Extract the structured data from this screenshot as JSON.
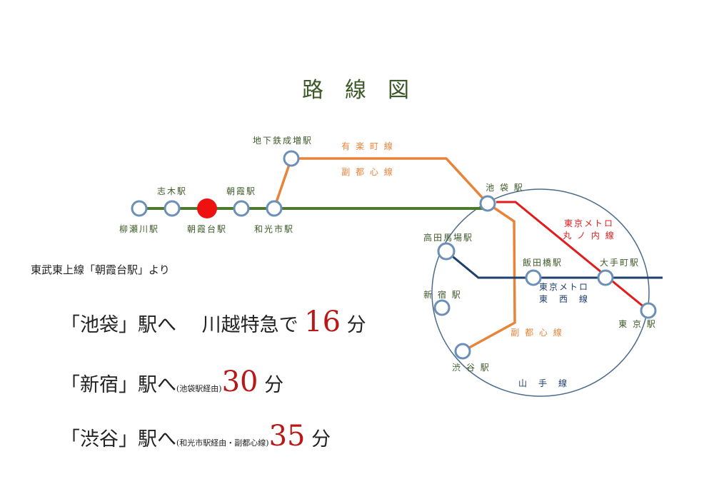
{
  "title": "路　線　図",
  "colors": {
    "tojo": "#4e7a2c",
    "fukutoshin": "#e8833a",
    "marunouchi": "#e31b1b",
    "tozai": "#1f3f6e",
    "yamanote": "#4a6a8a",
    "current": "#ee1111",
    "title": "#3c5a28",
    "time": "#b81818"
  },
  "stations": {
    "yanasegawa": "柳瀬川駅",
    "shiki": "志木駅",
    "asakadai": "朝霞台駅",
    "asaka": "朝霞駅",
    "wakoshi": "和光市駅",
    "narimasu": "地下鉄成増駅",
    "ikebukuro": "池 袋 駅",
    "takadanobaba": "高田馬場駅",
    "shinjuku": "新 宿 駅",
    "shibuya": "渋 谷 駅",
    "iidabashi": "飯田橋駅",
    "otemachi": "大手町駅",
    "tokyo": "東 京 駅"
  },
  "lines": {
    "yurakucho": "有 楽 町 線",
    "fukutoshin": "副 都 心 線",
    "fukutoshin2": "副 都 心 線",
    "marunouchi1": "東京メトロ",
    "marunouchi2": "丸 ノ 内 線",
    "tozai1": "東京メトロ",
    "tozai2": "東　西　線",
    "yamanote": "山　手　線"
  },
  "from_label": "東武東上線「朝霞台駅」より",
  "routes": [
    {
      "dest": "「池袋」駅へ　 川越特急で ",
      "note": "",
      "minutes": "16",
      "unit": " 分"
    },
    {
      "dest": "「新宿」駅へ",
      "note": "(池袋駅経由)",
      "minutes": "30",
      "unit": " 分"
    },
    {
      "dest": "「渋谷」駅へ",
      "note": "(和光市駅経由・副都心線)",
      "minutes": "35",
      "unit": " 分"
    }
  ]
}
